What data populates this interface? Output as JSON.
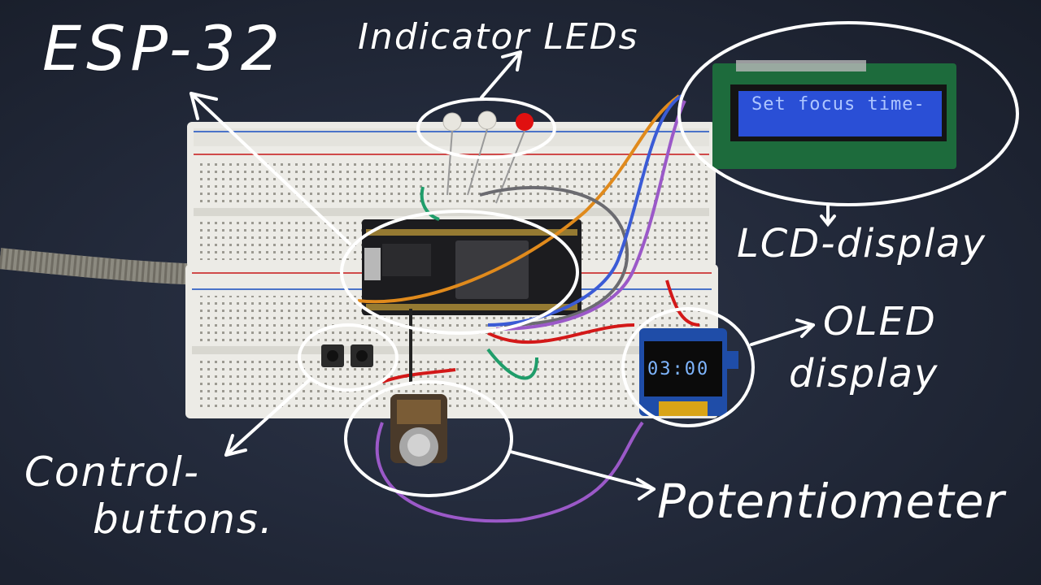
{
  "annotations": {
    "esp32": "ESP-32",
    "leds": "Indicator LEDs",
    "lcd": "LCD-display",
    "oled_line1": "OLED",
    "oled_line2": "display",
    "buttons_line1": "Control-",
    "buttons_line2": "buttons.",
    "potentiometer": "Potentiometer"
  },
  "screens": {
    "lcd_text": "Set focus time-",
    "oled_text": "03:00"
  },
  "colors": {
    "background": "#232a3b",
    "annotation_ink": "#ffffff",
    "lcd_backlight": "#2a4fd6",
    "led_red": "#e01010",
    "wire_orange": "#e08a1c",
    "wire_purple": "#9b59c8",
    "wire_red": "#d31818",
    "wire_green": "#1f9d6a"
  },
  "icons": {
    "esp_label_arrow": "arrow-icon",
    "led_label_arrow": "arrow-icon",
    "lcd_label_arrow": "arrow-icon",
    "oled_label_arrow": "arrow-icon",
    "buttons_label_arrow": "arrow-icon",
    "pot_label_arrow": "arrow-icon"
  }
}
